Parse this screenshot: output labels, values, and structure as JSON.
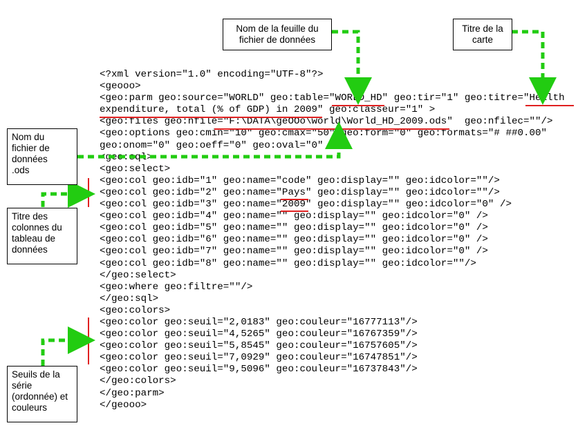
{
  "callouts": {
    "sheet_name": "Nom de la feuille du fichier de données",
    "map_title": "Titre de la carte",
    "ods_file": "Nom du fichier de données .ods",
    "column_titles": "Titre des colonnes du tableau de données",
    "thresholds": "Seuils de la série (ordonnée) et couleurs"
  },
  "code_lines": [
    "<?xml version=\"1.0\" encoding=\"UTF-8\"?>",
    "<geooo>",
    "<geo:parm geo:source=\"WORLD\" geo:table=\"WORLD_HD\" geo:tir=\"1\" geo:titre=\"Health",
    "expenditure, total (% of GDP) in 2009\" geo:classeur=\"1\" >",
    "<geo:files geo:nfile=\"F:\\DATA\\geOOo\\world\\World_HD_2009.ods\"  geo:nfilec=\"\"/>",
    "<geo:options geo:cmin=\"10\" geo:cmax=\"50\" geo:form=\"0\" geo:formats=\"# ##0.00\"",
    "geo:onom=\"0\" geo:oeff=\"0\" geo:oval=\"0\" />",
    "<geo:sql>",
    "<geo:select>",
    "<geo:col geo:idb=\"1\" geo:name=\"code\" geo:display=\"\" geo:idcolor=\"\"/>",
    "<geo:col geo:idb=\"2\" geo:name=\"Pays\" geo:display=\"\" geo:idcolor=\"\"/>",
    "<geo:col geo:idb=\"3\" geo:name=\"2009\" geo:display=\"\" geo:idcolor=\"0\" />",
    "<geo:col geo:idb=\"4\" geo:name=\"\" geo:display=\"\" geo:idcolor=\"0\" />",
    "<geo:col geo:idb=\"5\" geo:name=\"\" geo:display=\"\" geo:idcolor=\"0\" />",
    "<geo:col geo:idb=\"6\" geo:name=\"\" geo:display=\"\" geo:idcolor=\"0\" />",
    "<geo:col geo:idb=\"7\" geo:name=\"\" geo:display=\"\" geo:idcolor=\"0\" />",
    "<geo:col geo:idb=\"8\" geo:name=\"\" geo:display=\"\" geo:idcolor=\"\"/>",
    "</geo:select>",
    "<geo:where geo:filtre=\"\"/>",
    "</geo:sql>",
    "<geo:colors>",
    "<geo:color geo:seuil=\"2,0183\" geo:couleur=\"16777113\"/>",
    "<geo:color geo:seuil=\"4,5265\" geo:couleur=\"16767359\"/>",
    "<geo:color geo:seuil=\"5,8545\" geo:couleur=\"16757605\"/>",
    "<geo:color geo:seuil=\"7,0929\" geo:couleur=\"16747851\"/>",
    "<geo:color geo:seuil=\"9,5096\" geo:couleur=\"16737843\"/>",
    "</geo:colors>",
    "</geo:parm>",
    "</geooo>"
  ],
  "colors": {
    "arrow": "#22cc11",
    "underline": "#e02020"
  }
}
